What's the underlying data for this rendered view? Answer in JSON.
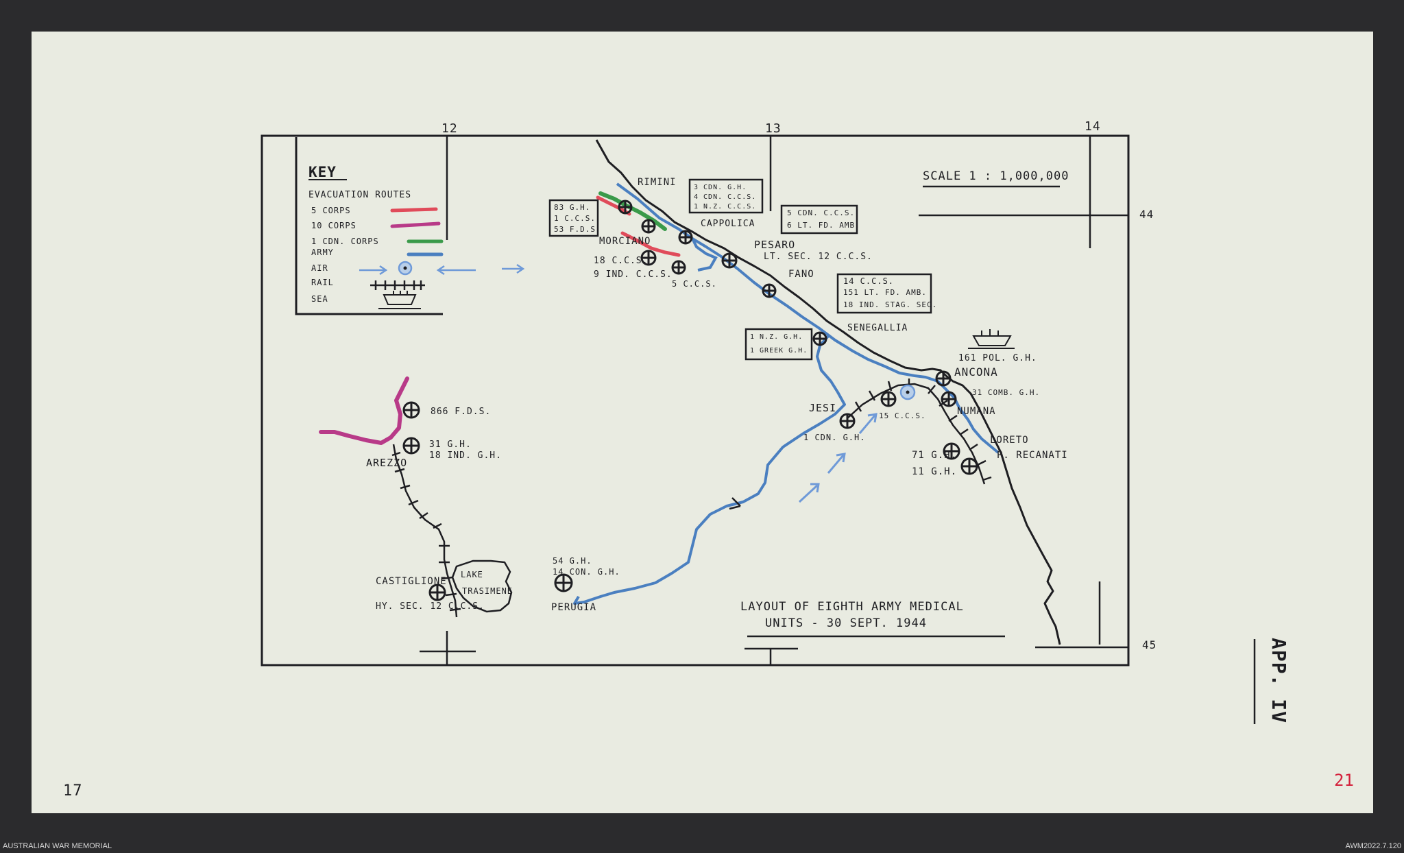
{
  "grid": {
    "lon_top": [
      "12",
      "13",
      "14"
    ],
    "lat_right": [
      "44",
      "45"
    ]
  },
  "key": {
    "title": "KEY",
    "evacuation_routes": "EVACUATION ROUTES",
    "items": [
      {
        "label": "5 CORPS",
        "color": "#e04b5a"
      },
      {
        "label": "10 CORPS",
        "color": "#b83a88"
      },
      {
        "label": "1 CDN. CORPS",
        "color": "#3a9a4a"
      },
      {
        "label": "ARMY",
        "color": "#4a7fc0"
      },
      {
        "label": "AIR",
        "color": "#6f9ad8"
      },
      {
        "label": "RAIL",
        "color": "#1e1e22"
      },
      {
        "label": "SEA",
        "color": "#1e1e22"
      }
    ]
  },
  "scale": "SCALE 1 : 1,000,000",
  "title": {
    "line1": "LAYOUT OF EIGHTH ARMY MEDICAL",
    "line2": "UNITS - 30 SEPT. 1944"
  },
  "places": {
    "rimini": "RIMINI",
    "cappolica": "CAPPOLICA",
    "pesaro": "PESARO",
    "fano": "FANO",
    "senegallia": "SENEGALLIA",
    "ancona": "ANCONA",
    "numana": "NUMANA",
    "loreto": "LORETO",
    "p_recanati": "P. RECANATI",
    "jesi": "JESI",
    "morciano": "MORCIANO",
    "arezzo": "AREZZO",
    "castiglione": "CASTIGLIONE",
    "lake": "LAKE",
    "trasimene": "TRASIMENE",
    "perugia": "PERUGIA"
  },
  "units": {
    "box_morciano": [
      "83 G.H.",
      "1 C.C.S.",
      "53 F.D.S."
    ],
    "box_rimini": [
      "3 CDN. G.H.",
      "4 CDN. C.C.S.",
      "1 N.Z. C.C.S."
    ],
    "box_pesaro": [
      "5 CDN. C.C.S.",
      "6 LT. FD. AMB."
    ],
    "box_fano": [
      "14 C.C.S.",
      "151 LT. FD. AMB.",
      "18 IND. STAG. SEC."
    ],
    "box_senegallia": [
      "1 N.Z. G.H.",
      "1 GREEK G.H."
    ],
    "u18ccs": "18 C.C.S.",
    "u9ind": "9 IND. C.C.S.",
    "u5ccs": "5 C.C.S.",
    "ltsec": "LT. SEC. 12 C.C.S.",
    "u161": "161 POL. G.H.",
    "u31comb": "31 COMB. G.H.",
    "u15ccs": "15 C.C.S.",
    "u1cdn": "1 CDN. G.H.",
    "u71": "71 G.H.",
    "u11": "11 G.H.",
    "u866": "866 F.D.S.",
    "u31gh": "31 G.H.",
    "u18ind": "18 IND. G.H.",
    "hysec": "HY. SEC. 12 C.C.S.",
    "u54": "54 G.H.",
    "u14con": "14 CON. G.H."
  },
  "margin": {
    "app": "APP. IV",
    "page_left": "17",
    "page_right": "21"
  },
  "footer": {
    "left": "AUSTRALIAN WAR MEMORIAL",
    "right": "AWM2022.7.120"
  }
}
